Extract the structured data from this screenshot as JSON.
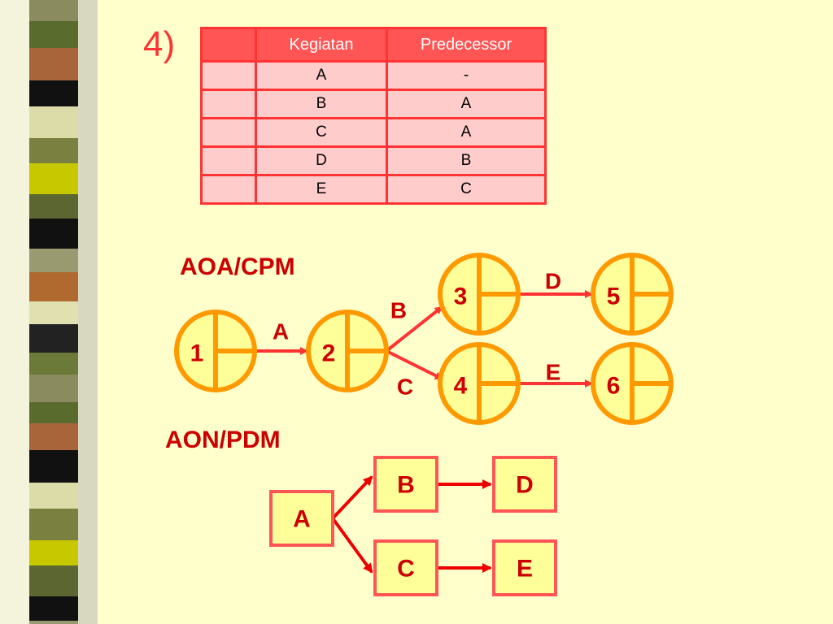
{
  "slide_number": "4)",
  "table": {
    "headers": [
      "",
      "Kegiatan",
      "Predecessor"
    ],
    "rows": [
      [
        "",
        "A",
        "-"
      ],
      [
        "",
        "B",
        "A"
      ],
      [
        "",
        "C",
        "A"
      ],
      [
        "",
        "D",
        "B"
      ],
      [
        "",
        "E",
        "C"
      ]
    ]
  },
  "aoa": {
    "title": "AOA/CPM",
    "nodes": [
      "1",
      "2",
      "3",
      "4",
      "5",
      "6"
    ],
    "activities": [
      {
        "label": "A",
        "from": "1",
        "to": "2"
      },
      {
        "label": "B",
        "from": "2",
        "to": "3"
      },
      {
        "label": "C",
        "from": "2",
        "to": "4"
      },
      {
        "label": "D",
        "from": "3",
        "to": "5"
      },
      {
        "label": "E",
        "from": "4",
        "to": "6"
      }
    ]
  },
  "aon": {
    "title": "AON/PDM",
    "nodes": [
      "A",
      "B",
      "C",
      "D",
      "E"
    ],
    "links": [
      {
        "from": "A",
        "to": "B"
      },
      {
        "from": "A",
        "to": "C"
      },
      {
        "from": "B",
        "to": "D"
      },
      {
        "from": "C",
        "to": "E"
      }
    ]
  },
  "colors": {
    "background": "#ffffcc",
    "node_fill": "#ffff99",
    "node_stroke": "#ff9900",
    "arrow": "#ff3333",
    "label": "#cc0000",
    "table_header": "#ff5555",
    "table_cell": "#ffcccc"
  }
}
